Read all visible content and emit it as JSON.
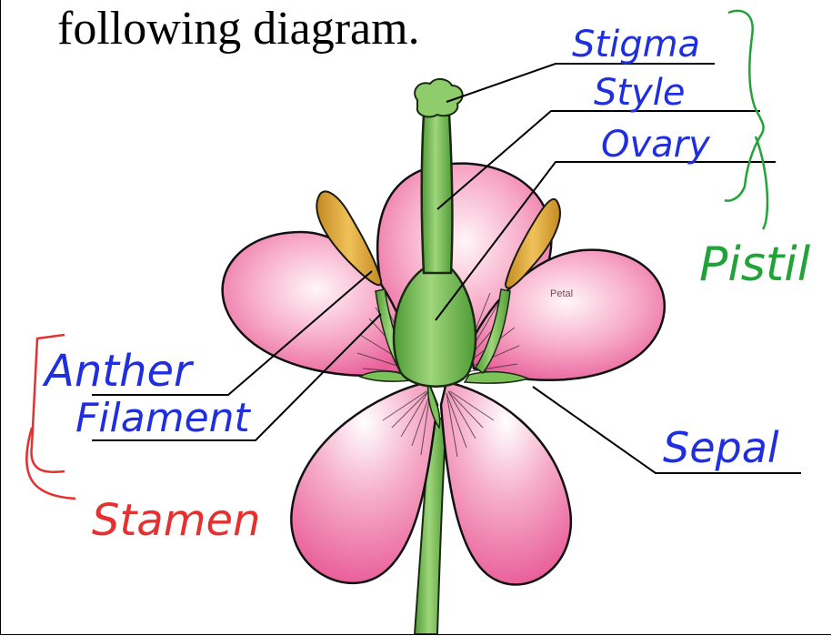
{
  "heading": {
    "text": "following diagram."
  },
  "labels": {
    "stigma": "Stigma",
    "style": "Style",
    "ovary": "Ovary",
    "pistil": "Pistil",
    "anther": "Anther",
    "filament": "Filament",
    "stamen": "Stamen",
    "sepal": "Sepal",
    "petal": "Petal"
  },
  "colors": {
    "blue_ink": "#1f2fe0",
    "green_ink": "#22a33a",
    "red_ink": "#e53030",
    "petal_pink": "#ee6fa3",
    "stem_green": "#6cb84a",
    "anther_yellow": "#d9a63a"
  }
}
